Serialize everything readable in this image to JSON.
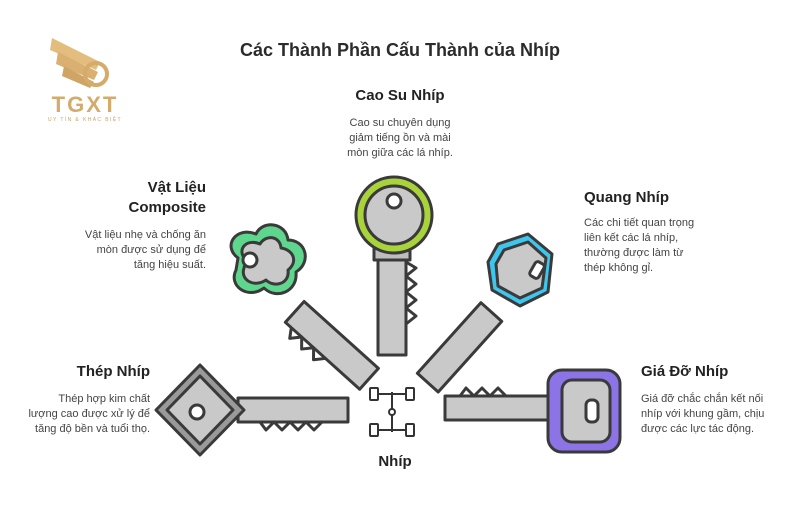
{
  "title": "Các Thành Phần Cấu Thành của Nhíp",
  "brand": {
    "name": "TGXT",
    "tagline": "UY TÍN & KHÁC BIỆT"
  },
  "center": {
    "label": "Nhíp",
    "icon": "chassis-axle-icon"
  },
  "components": [
    {
      "id": "cao-su",
      "label": "Cao Su Nhíp",
      "description": [
        "Cao su chuyên dụng",
        "giảm tiếng ồn và mài",
        "mòn giữa các lá nhíp."
      ],
      "color": "#a9d33a"
    },
    {
      "id": "vat-lieu",
      "label": [
        "Vật Liệu",
        "Composite"
      ],
      "description": [
        "Vật liệu nhẹ và chống ăn",
        "mòn được sử dụng để",
        "tăng hiệu suất."
      ],
      "color": "#5fd68d"
    },
    {
      "id": "quang",
      "label": "Quang Nhíp",
      "description": [
        "Các chi tiết quan trọng",
        "liên kết các lá nhíp,",
        "thường được làm từ",
        "thép không gỉ."
      ],
      "color": "#3ec6ee"
    },
    {
      "id": "thep",
      "label": "Thép Nhíp",
      "description": [
        "Thép hợp kim chất",
        "lượng cao được xử lý để",
        "tăng độ bền và tuổi thọ."
      ],
      "color": "#8a8a8a"
    },
    {
      "id": "gia-do",
      "label": "Giá Đỡ Nhíp",
      "description": [
        "Giá đỡ chắc chắn kết nối",
        "nhíp với khung gầm, chịu",
        "được các lực tác động."
      ],
      "color": "#8c73e6"
    }
  ]
}
